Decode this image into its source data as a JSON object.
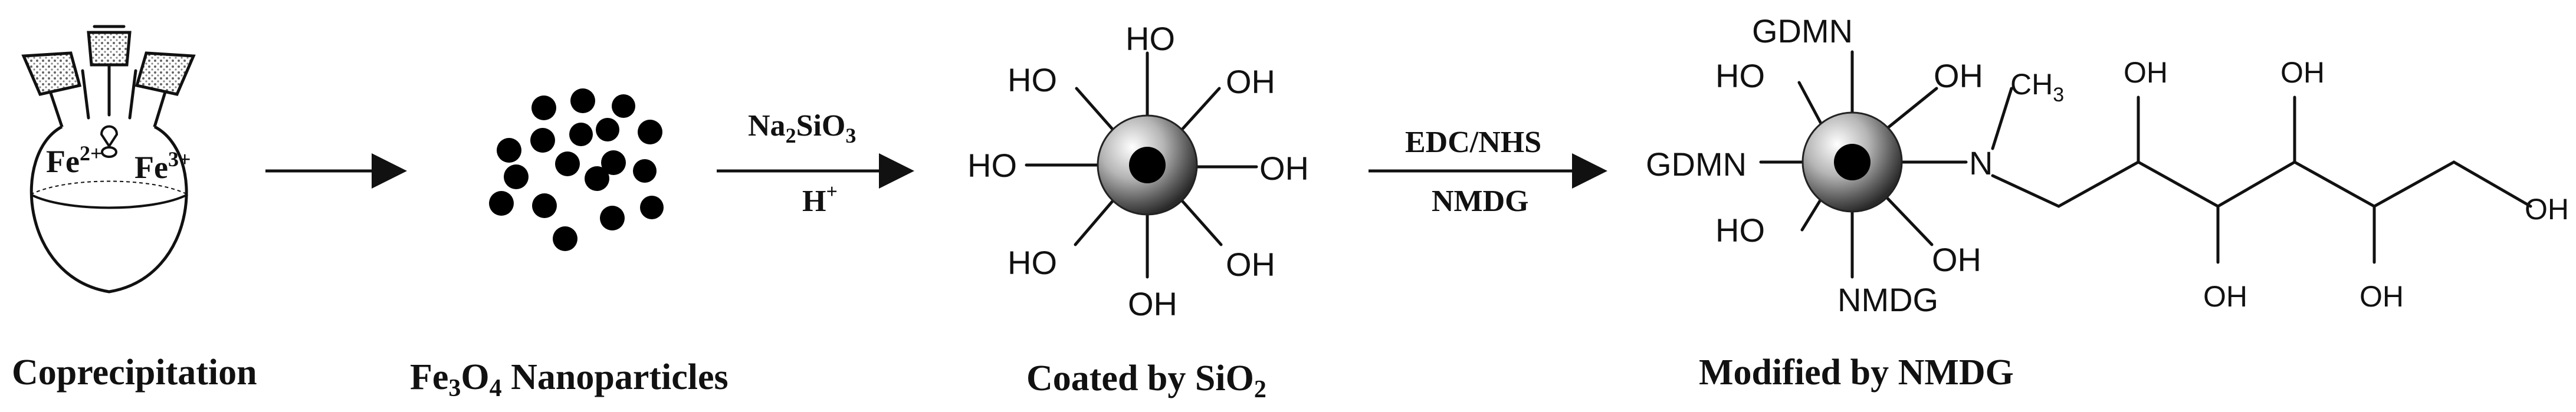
{
  "stages": {
    "coprecipitation": {
      "ion_a": "Fe",
      "ion_a_charge": "2+",
      "ion_b": "Fe",
      "ion_b_charge": "3+",
      "caption": "Coprecipitation"
    },
    "nanoparticles": {
      "caption_pre": "Fe",
      "caption_sub1": "3",
      "caption_mid": "O",
      "caption_sub2": "4",
      "caption_post": " Nanoparticles"
    },
    "coated": {
      "groups": [
        "HO",
        "HO",
        "OH",
        "HO",
        "OH",
        "HO",
        "OH",
        "OH"
      ],
      "caption_pre": "Coated by SiO",
      "caption_sub": "2"
    },
    "modified": {
      "groups": {
        "top": "GDMN",
        "top_left": "HO",
        "top_right": "OH",
        "left": "GDMN",
        "bottom_left": "HO",
        "bottom_right": "OH",
        "bottom": "NMDG",
        "amine": "N",
        "methyl": "CH",
        "methyl_sub": "3",
        "chain_oh": [
          "OH",
          "OH",
          "OH",
          "OH",
          "OH"
        ]
      },
      "caption": "Modified by NMDG"
    }
  },
  "reactions": {
    "step2_above_pre": "Na",
    "step2_above_sub1": "2",
    "step2_above_mid": "SiO",
    "step2_above_sub2": "3",
    "step2_below": "H",
    "step2_below_sup": "+",
    "step3_above": "EDC/NHS",
    "step3_below": "NMDG"
  }
}
